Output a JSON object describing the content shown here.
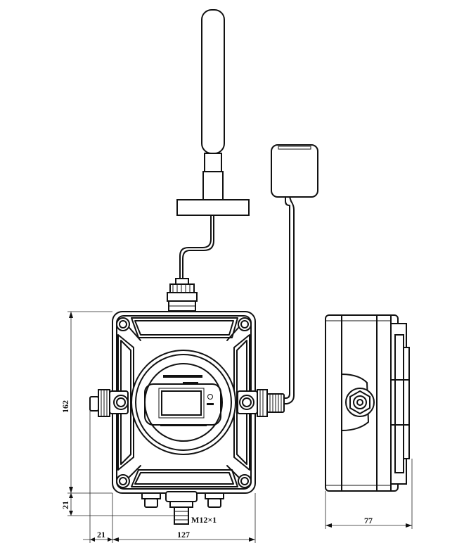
{
  "dimensions": {
    "height_main": "162",
    "height_bottom": "21",
    "width_left": "21",
    "width_main": "127",
    "depth_side": "77",
    "thread": "M12×1"
  },
  "display_panel": {
    "title_label": "",
    "brand_label": ""
  },
  "colors": {
    "line": "#111111",
    "background": "#ffffff",
    "screen": "#ffffff"
  }
}
